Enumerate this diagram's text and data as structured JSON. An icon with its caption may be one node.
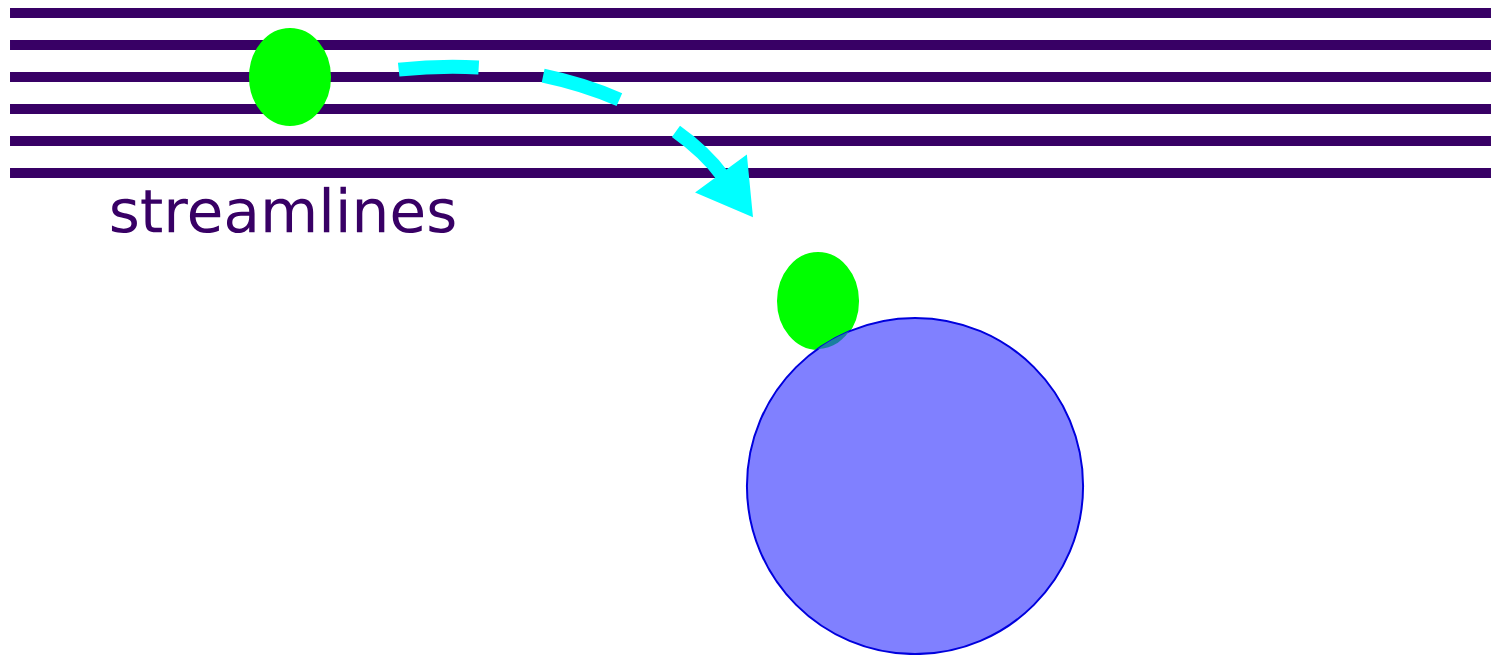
{
  "diagram": {
    "nodes": [
      {
        "text": [],
        "shape": "circle"
      },
      {
        "text": [],
        "shape": "circle"
      },
      {
        "text": [],
        "shape": "circle"
      }
    ],
    "edges": [
      {
        "from": 0,
        "to": 1,
        "arrow": "to",
        "style": "dashed",
        "color": "#00ffff"
      }
    ],
    "labels": [
      "streamlines"
    ]
  }
}
